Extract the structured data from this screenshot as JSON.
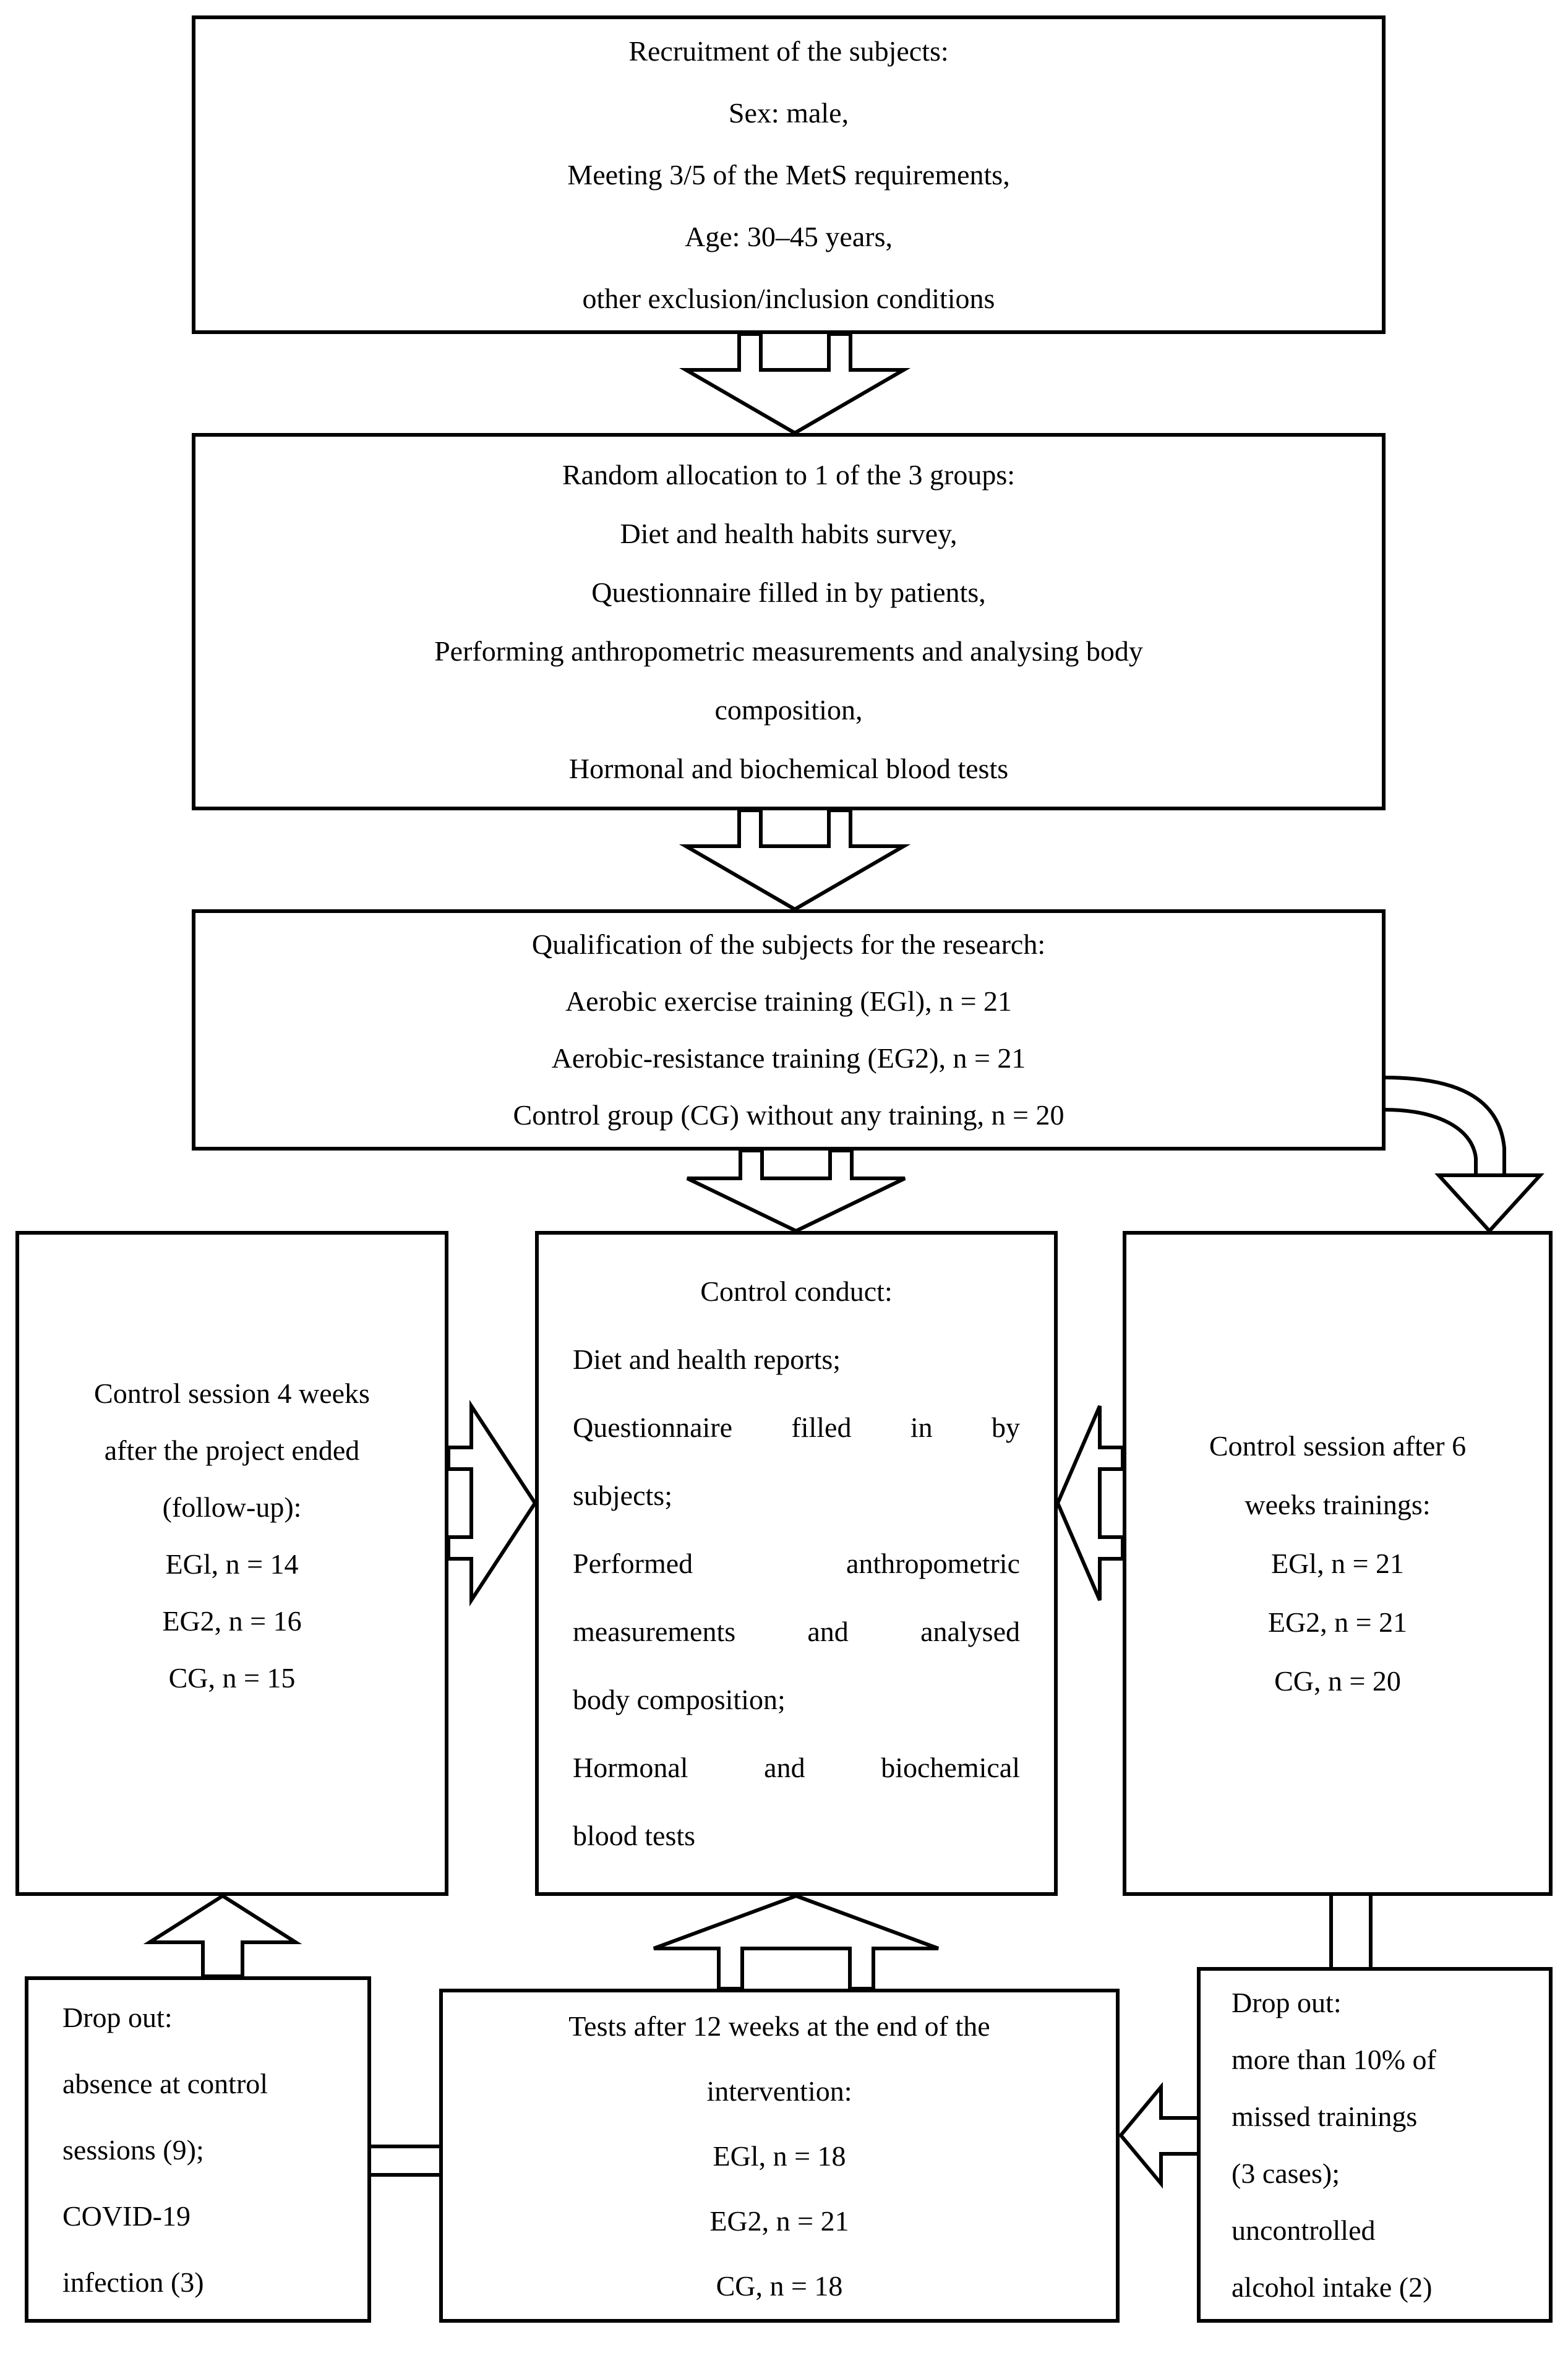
{
  "page": {
    "title": "Study flow diagram",
    "background_color": "#ffffff",
    "ink_color": "#000000"
  },
  "boxes": {
    "recruitment": {
      "lines": [
        "Recruitment of the subjects:",
        "Sex: male,",
        "Meeting 3/5 of the MetS requirements,",
        "Age: 30–45 years,",
        "other exclusion/inclusion conditions"
      ]
    },
    "allocation": {
      "lines": [
        "Random allocation to 1 of the 3 groups:",
        "Diet and health habits survey,",
        "Questionnaire filled in by patients,",
        "Performing anthropometric measurements and analysing body",
        "composition,",
        "Hormonal and biochemical blood tests"
      ]
    },
    "qualification": {
      "lines": [
        "Qualification of the subjects for the research:",
        "Aerobic exercise training (EGl), n = 21",
        "Aerobic-resistance training (EG2), n = 21",
        "Control group (CG) without any training, n = 20"
      ]
    },
    "followup": {
      "lines": [
        "Control session 4 weeks",
        "after the project ended",
        "(follow-up):",
        "EGl, n = 14",
        "EG2, n = 16",
        "CG, n = 15"
      ]
    },
    "conduct": {
      "lines": [
        "Control conduct:",
        "Diet and health reports;",
        "Questionnaire filled in by",
        "subjects;",
        "Performed anthropometric",
        "measurements and analysed",
        "body composition;",
        "Hormonal and biochemical",
        "blood tests"
      ]
    },
    "session6": {
      "lines": [
        "Control session after 6",
        "weeks trainings:",
        "EGl, n = 21",
        "EG2, n = 21",
        "CG, n = 20"
      ]
    },
    "dropout_left": {
      "lines": [
        "Drop out:",
        "absence at control",
        "sessions (9);",
        "COVID-19",
        "infection (3)"
      ]
    },
    "tests12": {
      "lines": [
        "Tests after 12 weeks at the end of the",
        "intervention:",
        "EGl, n = 18",
        "EG2, n = 21",
        "CG, n = 18"
      ]
    },
    "dropout_right": {
      "lines": [
        "Drop out:",
        "more than 10% of",
        "missed trainings",
        "(3 cases);",
        "uncontrolled",
        "alcohol intake (2)"
      ]
    }
  },
  "connectors": {
    "arrow_recruitment_to_allocation": "hollow split-tail arrow pointing down",
    "arrow_allocation_to_qualification": "hollow split-tail arrow pointing down",
    "arrow_qualification_to_conduct": "hollow split-tail arrow pointing down",
    "curved_arrow_qualification_to_session6": "curved hollow arrow down into right box",
    "arrow_followup_to_conduct": "hollow split-tail arrow pointing right",
    "arrow_session6_to_conduct": "hollow split-tail arrow pointing left",
    "arrow_dropoutleft_to_followup": "hollow block arrow pointing up",
    "arrow_tests_to_conduct": "hollow split-tail arrow pointing up",
    "pipe_session6_to_dropoutright": "open rectangular connector down",
    "pipe_dropoutleft_to_tests": "open rectangular connector right",
    "arrow_dropoutright_to_tests": "hollow block arrow pointing left"
  }
}
